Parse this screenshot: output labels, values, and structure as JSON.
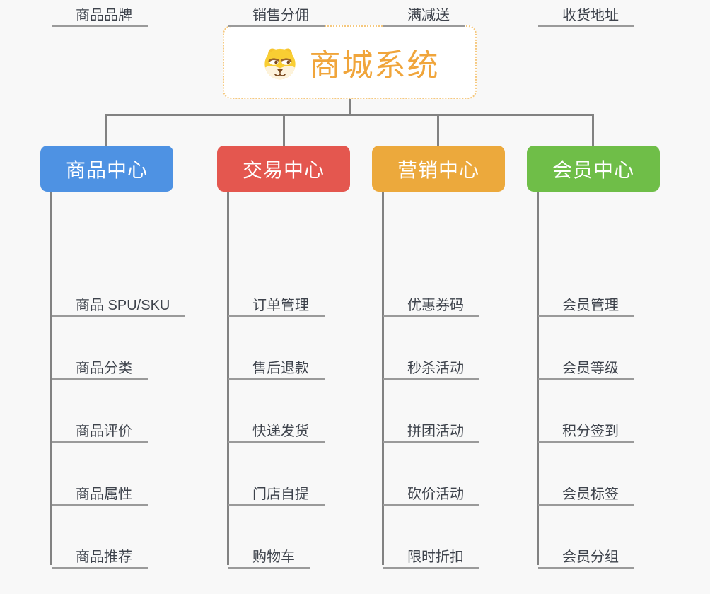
{
  "palette": {
    "background": "#f8f8f8",
    "connector_line": "#828282",
    "leaf_underline": "#9a9a9a",
    "leaf_text": "#3e434c",
    "root_text": "#f0a53b",
    "root_border": "#f5c87e",
    "root_background": "#ffffff"
  },
  "root": {
    "title": "商城系统",
    "icon": "shiba-dog-icon"
  },
  "branches": [
    {
      "id": "product-center",
      "label": "商品中心",
      "color": "#4e92e3",
      "children": [
        "商品 SPU/SKU",
        "商品分类",
        "商品评价",
        "商品属性",
        "商品推荐",
        "商品品牌"
      ]
    },
    {
      "id": "trade-center",
      "label": "交易中心",
      "color": "#e4574f",
      "children": [
        "订单管理",
        "售后退款",
        "快递发货",
        "门店自提",
        "购物车",
        "销售分佣"
      ]
    },
    {
      "id": "marketing-center",
      "label": "营销中心",
      "color": "#eca93c",
      "children": [
        "优惠券码",
        "秒杀活动",
        "拼团活动",
        "砍价活动",
        "限时折扣",
        "满减送"
      ]
    },
    {
      "id": "member-center",
      "label": "会员中心",
      "color": "#6fbe48",
      "children": [
        "会员管理",
        "会员等级",
        "积分签到",
        "会员标签",
        "会员分组",
        "收货地址"
      ]
    }
  ]
}
